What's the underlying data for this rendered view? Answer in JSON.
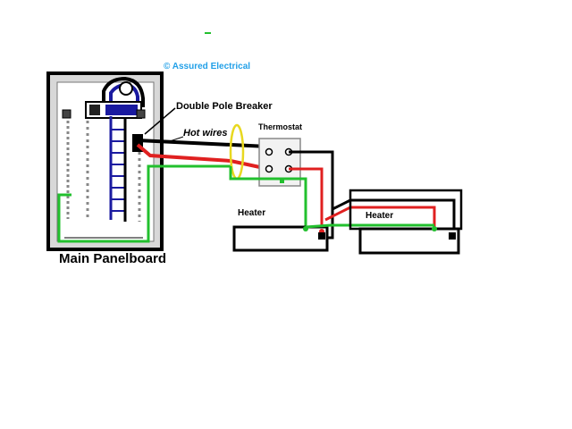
{
  "title": {
    "copyright": "© Assured Electrical"
  },
  "labels": {
    "breaker": "Double Pole Breaker",
    "hot_wires": "Hot wires",
    "thermostat": "Thermostat",
    "heater_1": "Heater",
    "heater_2": "Heater",
    "panel": "Main Panelboard"
  },
  "colors": {
    "hot_red": "#e02020",
    "hot_black": "#000000",
    "ground_green": "#22c02e",
    "neutral_blue": "#1a1aa0",
    "bond_yellow": "#e8d820",
    "copyright_blue": "#22a0e8",
    "panel_gray": "#d8d8d8"
  },
  "icons": {
    "breaker_pointer": "arrow-icon",
    "wire_bundle": "yellow-loop-icon"
  }
}
